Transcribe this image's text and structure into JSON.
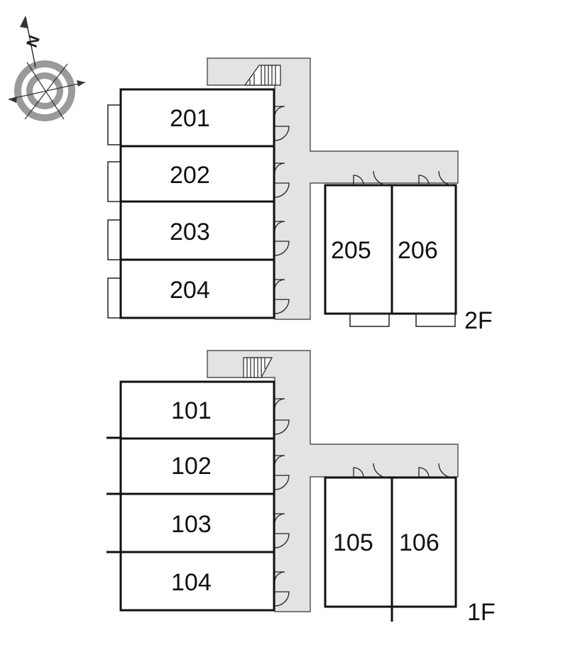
{
  "compass": {
    "north_label": "N"
  },
  "floors": [
    {
      "label": "2F",
      "units": [
        {
          "number": "201"
        },
        {
          "number": "202"
        },
        {
          "number": "203"
        },
        {
          "number": "204"
        },
        {
          "number": "205"
        },
        {
          "number": "206"
        }
      ]
    },
    {
      "label": "1F",
      "units": [
        {
          "number": "101"
        },
        {
          "number": "102"
        },
        {
          "number": "103"
        },
        {
          "number": "104"
        },
        {
          "number": "105"
        },
        {
          "number": "106"
        }
      ]
    }
  ],
  "colors": {
    "corridor": "#e3e3e3",
    "walls": "#111111",
    "compass_ring": "#9a9a9a"
  }
}
